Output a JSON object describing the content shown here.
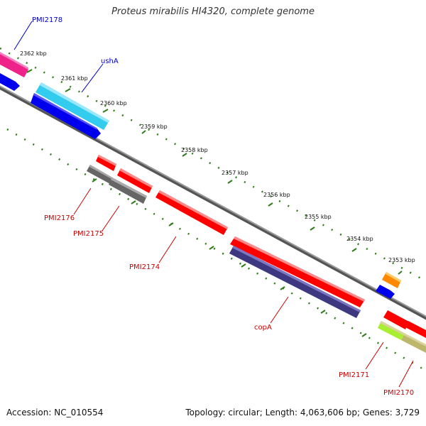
{
  "title": "Proteus mirabilis HI4320, complete genome",
  "footer": {
    "accession": "Accession: NC_010554",
    "summary": "Topology: circular; Length: 4,063,606 bp; Genes: 3,729"
  },
  "kbp_labels": [
    "2362 kbp",
    "2361 kbp",
    "2360 kbp",
    "2359 kbp",
    "2358 kbp",
    "2357 kbp",
    "2356 kbp",
    "2355 kbp",
    "2354 kbp",
    "2353 kbp"
  ],
  "gene_labels": {
    "PMI2178": "PMI2178",
    "ushA": "ushA",
    "PMI2176": "PMI2176",
    "PMI2175": "PMI2175",
    "PMI2174": "PMI2174",
    "copA": "copA",
    "PMI2171": "PMI2171",
    "PMI2170": "PMI2170"
  },
  "colors": {
    "forward_label": "#0000cc",
    "reverse_label": "#cc0000",
    "tick": "#2e7d1a",
    "backbone": "#888888",
    "red": "#ff0000",
    "blue": "#0000ee",
    "cyan": "#33ccee",
    "pink": "#ee2288",
    "gray": "#666666",
    "purple": "#3d3880",
    "orange": "#ff8800",
    "lime": "#aaee33",
    "olive": "#bdb76b"
  }
}
